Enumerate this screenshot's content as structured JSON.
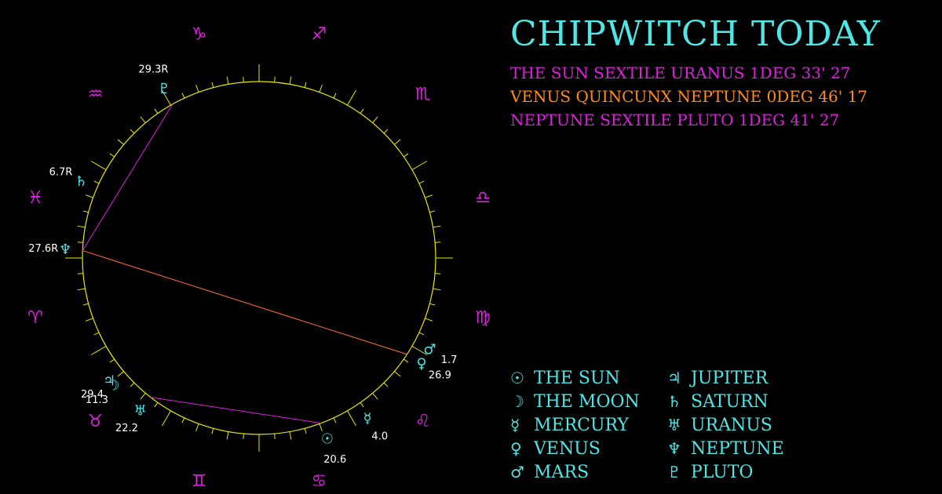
{
  "title": "CHIPWITCH TODAY",
  "colors": {
    "accent": "#4fe6e6",
    "sign": "#e020e0",
    "wheel": "#e8e800",
    "label": "#ffffff",
    "sextile": "#e020e0",
    "quincunx": "#ff7030"
  },
  "aspects": [
    {
      "text": "THE SUN SEXTILE URANUS 1DEG 33' 27",
      "color": "#e020e0"
    },
    {
      "text": "VENUS QUINCUNX NEPTUNE 0DEG 46' 17",
      "color": "#ff8c1a"
    },
    {
      "text": "NEPTUNE SEXTILE PLUTO 1DEG 41' 27",
      "color": "#e020e0"
    }
  ],
  "legend": {
    "left": [
      {
        "glyph": "☉",
        "label": "THE SUN"
      },
      {
        "glyph": "☽",
        "label": "THE MOON"
      },
      {
        "glyph": "☿",
        "label": "MERCURY"
      },
      {
        "glyph": "♀",
        "label": "VENUS"
      },
      {
        "glyph": "♂",
        "label": "MARS"
      }
    ],
    "right": [
      {
        "glyph": "♃",
        "label": "JUPITER"
      },
      {
        "glyph": "♄",
        "label": "SATURN"
      },
      {
        "glyph": "♅",
        "label": "URANUS"
      },
      {
        "glyph": "♆",
        "label": "NEPTUNE"
      },
      {
        "glyph": "♇",
        "label": "PLUTO"
      }
    ]
  },
  "wheel": {
    "signs": [
      {
        "name": "aries",
        "glyph": "♈",
        "start": 0
      },
      {
        "name": "taurus",
        "glyph": "♉",
        "start": 30
      },
      {
        "name": "gemini",
        "glyph": "♊",
        "start": 60
      },
      {
        "name": "cancer",
        "glyph": "♋",
        "start": 90
      },
      {
        "name": "leo",
        "glyph": "♌",
        "start": 120
      },
      {
        "name": "virgo",
        "glyph": "♍",
        "start": 150
      },
      {
        "name": "libra",
        "glyph": "♎",
        "start": 180
      },
      {
        "name": "scorpio",
        "glyph": "♏",
        "start": 210
      },
      {
        "name": "sagittarius",
        "glyph": "♐",
        "start": 240
      },
      {
        "name": "capricorn",
        "glyph": "♑",
        "start": 270
      },
      {
        "name": "aquarius",
        "glyph": "♒",
        "start": 300
      },
      {
        "name": "pisces",
        "glyph": "♓",
        "start": 330
      }
    ],
    "planets": [
      {
        "name": "sun",
        "glyph": "☉",
        "longitude": 110.6,
        "label": "20.6"
      },
      {
        "name": "moon",
        "glyph": "☽",
        "longitude": 41.3,
        "label": "11.3"
      },
      {
        "name": "mercury",
        "glyph": "☿",
        "longitude": 124.0,
        "label": "4.0"
      },
      {
        "name": "venus",
        "glyph": "♀",
        "longitude": 146.9,
        "label": "26.9"
      },
      {
        "name": "mars",
        "glyph": "♂",
        "longitude": 151.7,
        "label": "1.7"
      },
      {
        "name": "jupiter",
        "glyph": "♃",
        "longitude": 39.4,
        "label": "29.4"
      },
      {
        "name": "saturn",
        "glyph": "♄",
        "longitude": 336.7,
        "label": "6.7R"
      },
      {
        "name": "uranus",
        "glyph": "♅",
        "longitude": 52.2,
        "label": "22.2"
      },
      {
        "name": "neptune",
        "glyph": "♆",
        "longitude": 357.6,
        "label": "27.6R"
      },
      {
        "name": "pluto",
        "glyph": "♇",
        "longitude": 299.3,
        "label": "29.3R"
      }
    ],
    "aspect_lines": [
      {
        "from": "sun",
        "to": "uranus",
        "type": "sextile"
      },
      {
        "from": "venus",
        "to": "neptune",
        "type": "quincunx"
      },
      {
        "from": "neptune",
        "to": "pluto",
        "type": "sextile"
      }
    ]
  }
}
